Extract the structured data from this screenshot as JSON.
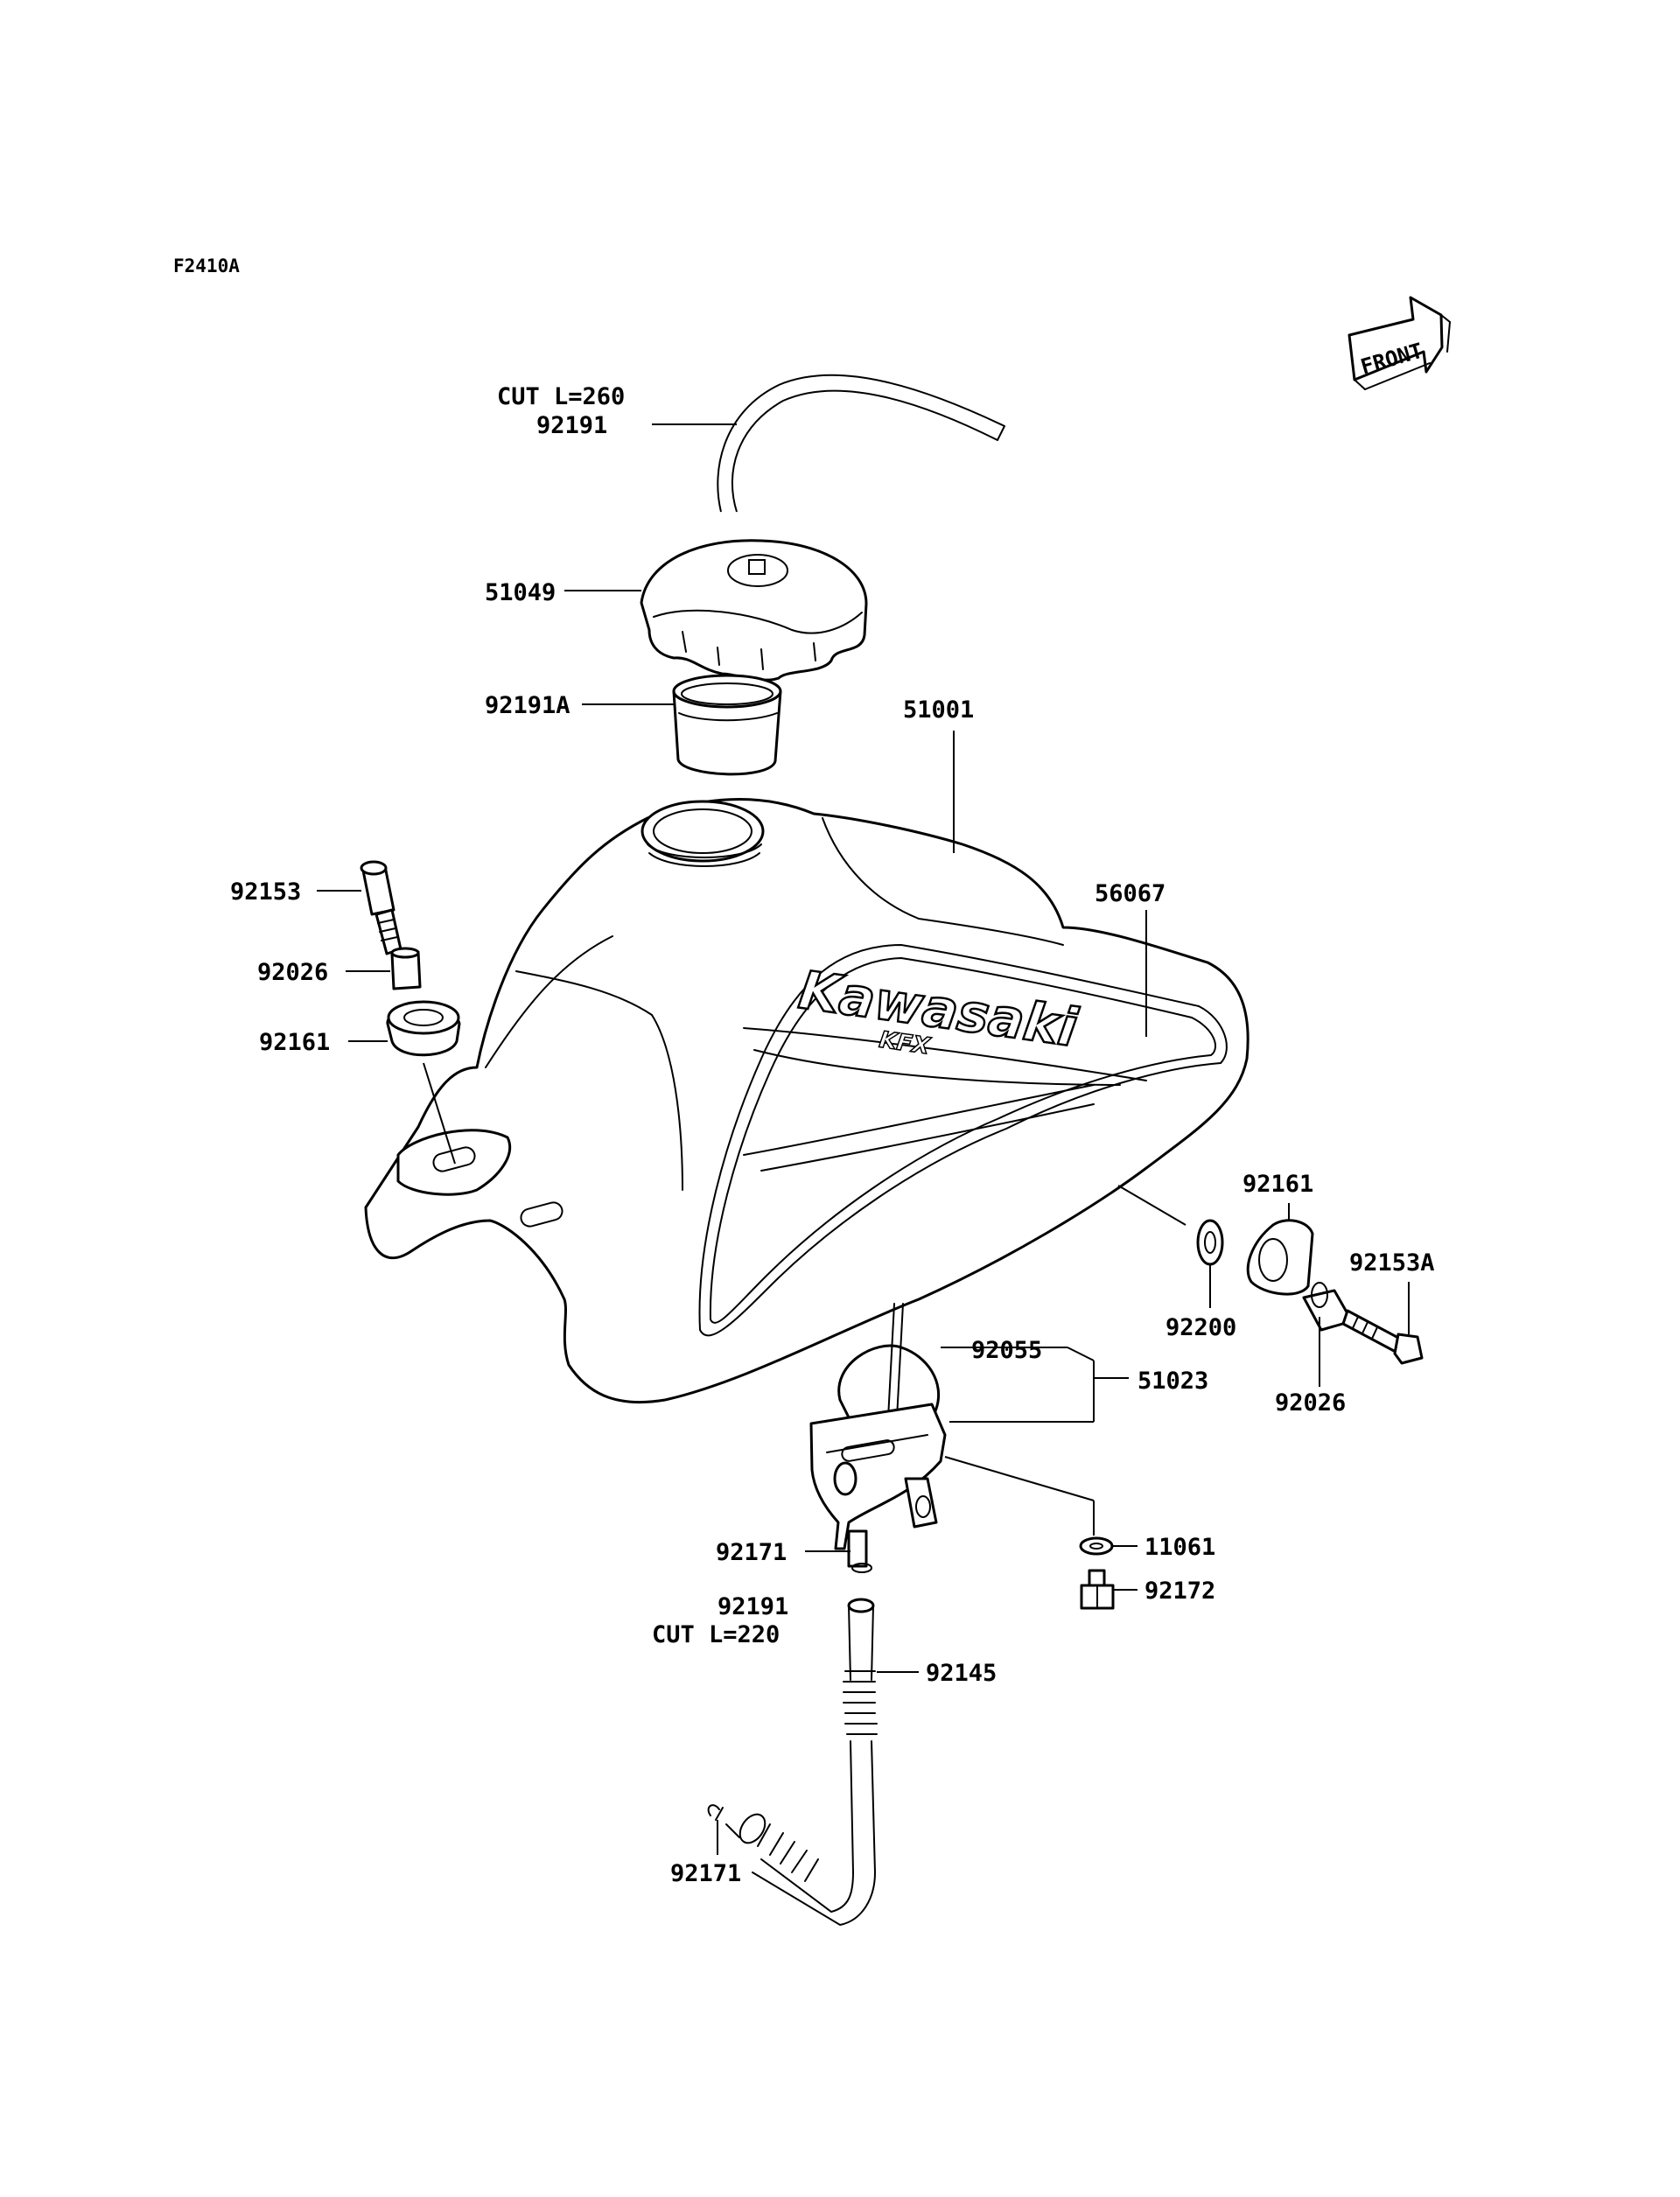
{
  "diagram_code": "F2410A",
  "front_arrow": "FRONT",
  "logo": {
    "brand": "Kawasaki",
    "model": "KFX"
  },
  "callouts": {
    "cut_260": "CUT L=260",
    "p92191_top": "92191",
    "p51049": "51049",
    "p92191A": "92191A",
    "p51001": "51001",
    "p92153": "92153",
    "p56067": "56067",
    "p92026_left": "92026",
    "p92161_left": "92161",
    "p92161_right": "92161",
    "p92153A": "92153A",
    "p92200": "92200",
    "p92026_right": "92026",
    "p92055": "92055",
    "p51023": "51023",
    "p11061": "11061",
    "p92171_top": "92171",
    "p92172": "92172",
    "p92191_bottom": "92191",
    "cut_220": "CUT L=220",
    "p92145": "92145",
    "p92171_bottom": "92171"
  }
}
